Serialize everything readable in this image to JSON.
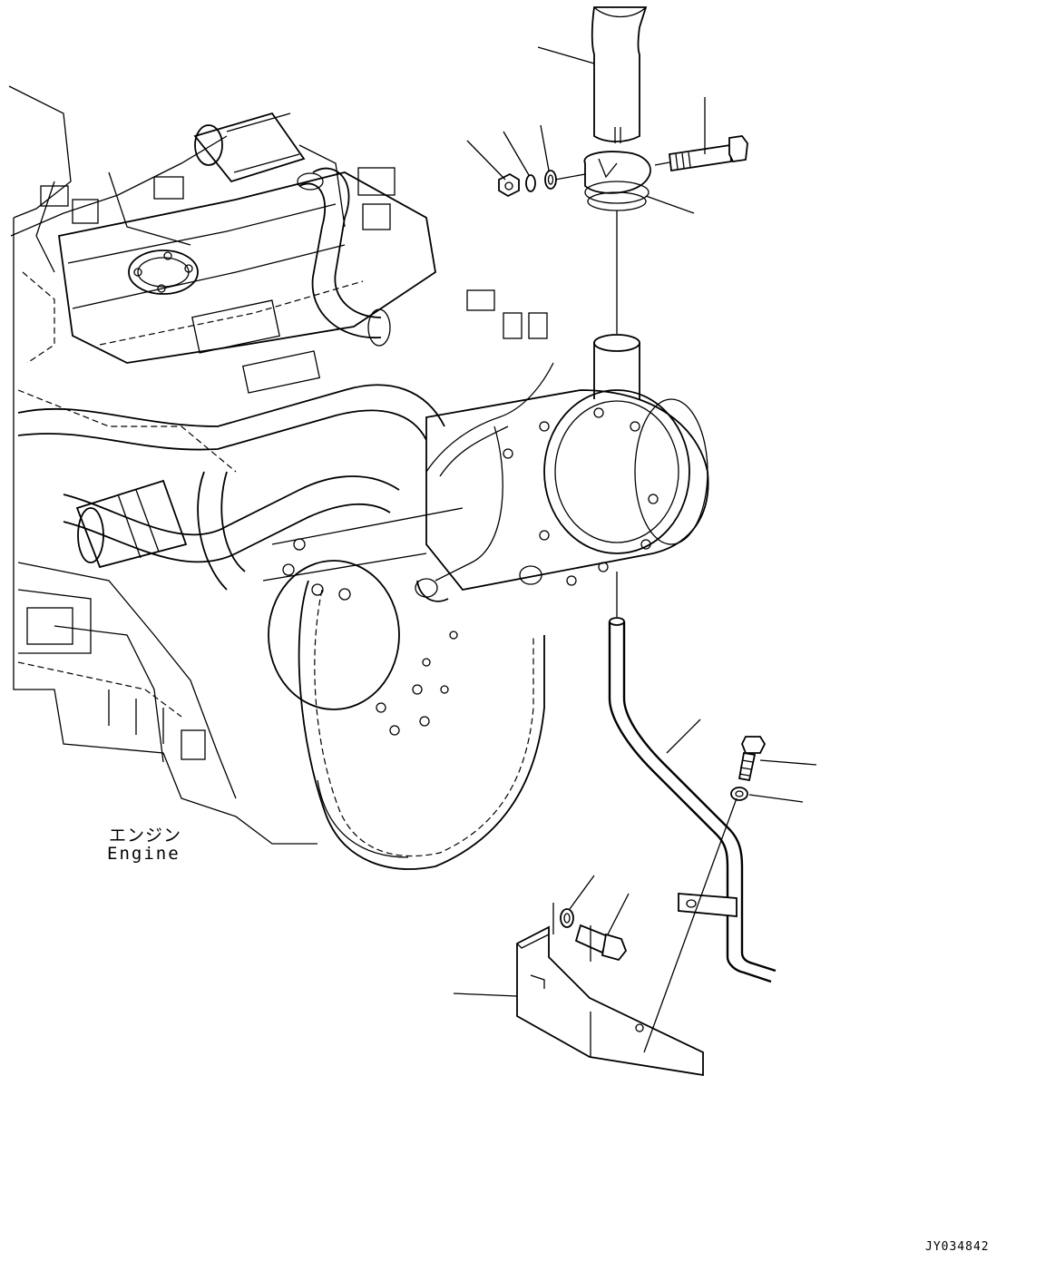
{
  "engine_label": {
    "japanese": "エンジン",
    "english": "Engine"
  },
  "drawing_id": "JY034842"
}
